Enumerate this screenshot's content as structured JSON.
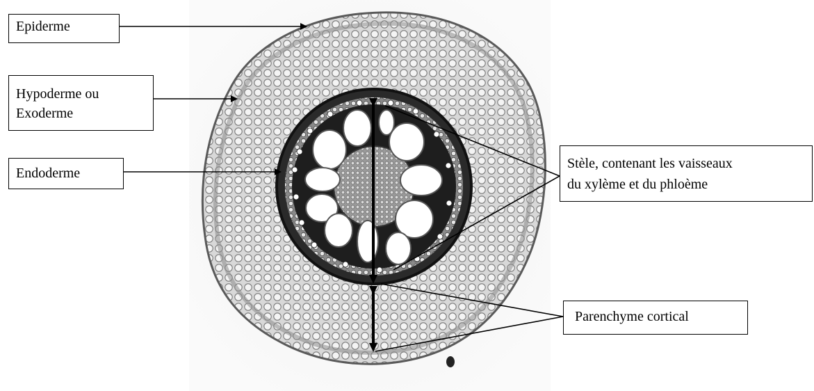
{
  "labels": {
    "epiderme": "Epiderme",
    "hypoderme_line1": "Hypoderme ou",
    "hypoderme_line2": "Exoderme",
    "endoderme": "Endoderme",
    "stele_line1": "Stèle, contenant les vaisseaux",
    "stele_line2": "du xylème et du phloème",
    "parenchyme": "Parenchyme cortical"
  },
  "colors": {
    "background": "#ffffff",
    "tissue_outer": "#9a9a9a",
    "tissue_dark": "#1c1c1c",
    "vessel_fill": "#ffffff",
    "ink": "#000000"
  }
}
